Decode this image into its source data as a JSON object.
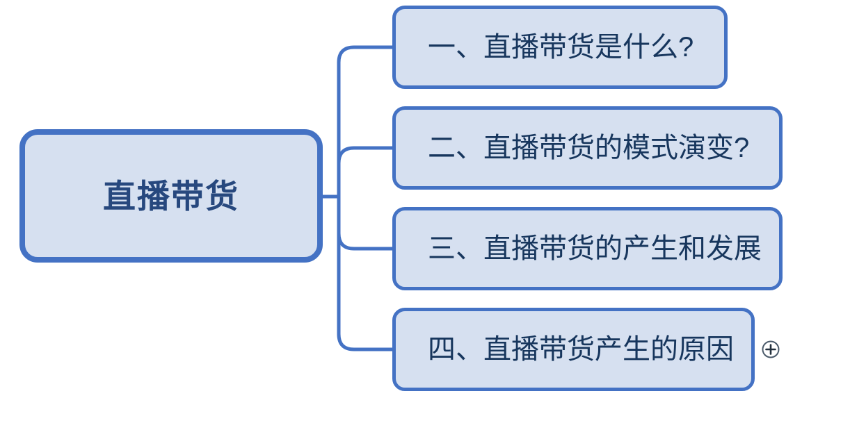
{
  "diagram": {
    "type": "mind-map",
    "orientation": "left-to-right",
    "background_color": "#ffffff",
    "node_fill_color": "#d6e0f0",
    "node_border_color": "#4472c4",
    "connector_color": "#4472c4",
    "root_text_color": "#27487e",
    "child_text_color": "#17365d",
    "root": {
      "label": "直播带货"
    },
    "children": [
      {
        "label": "一、直播带货是什么?",
        "has_toggle": false
      },
      {
        "label": "二、直播带货的模式演变?",
        "has_toggle": false
      },
      {
        "label": "三、直播带货的产生和发展",
        "has_toggle": false
      },
      {
        "label": "四、直播带货产生的原因",
        "has_toggle": true
      }
    ],
    "toggle": {
      "icon": "plus-circle-icon",
      "state": "collapsed",
      "color": "#4a5a6a"
    }
  }
}
